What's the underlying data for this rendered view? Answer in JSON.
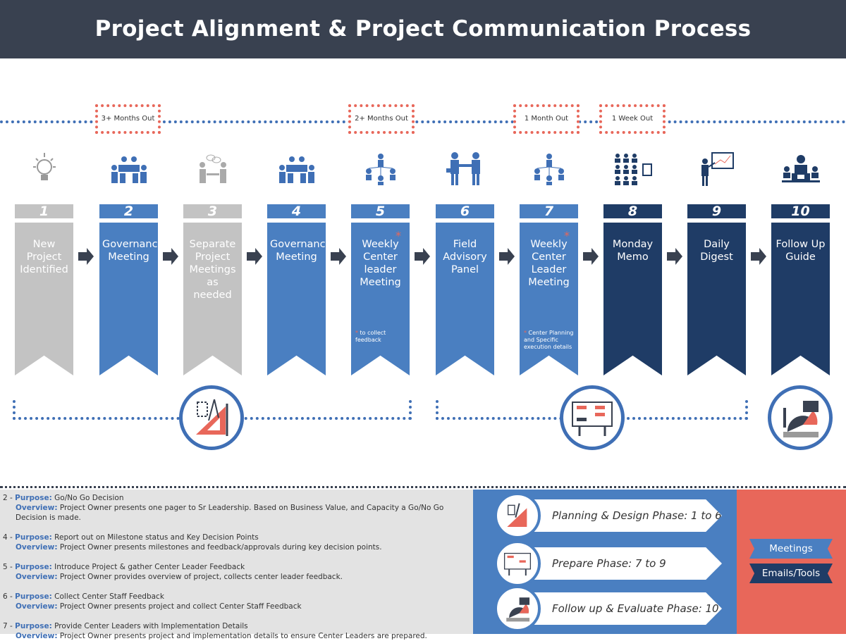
{
  "title": "Project Alignment & Project Communication Process",
  "colors": {
    "header": "#394150",
    "gray": "#c3c3c3",
    "blue": "#4a7fc1",
    "navy": "#1f3c66",
    "accent": "#e8675a"
  },
  "timeline": [
    "3+ Months Out",
    "2+ Months Out",
    "1 Month Out",
    "1 Week Out"
  ],
  "steps": [
    {
      "num": "1",
      "label": "New Project Identified",
      "type": "gray",
      "icon": "lightbulb-icon"
    },
    {
      "num": "2",
      "label": "Governance Meeting",
      "type": "blue",
      "icon": "meeting-table-icon"
    },
    {
      "num": "3",
      "label": "Separate Project Meetings as needed",
      "type": "gray",
      "icon": "discussion-icon"
    },
    {
      "num": "4",
      "label": "Governance Meeting",
      "type": "blue",
      "icon": "meeting-table-icon"
    },
    {
      "num": "5",
      "label": "Weekly Center leader Meeting",
      "type": "blue",
      "icon": "org-chart-icon",
      "note": "to collect feedback"
    },
    {
      "num": "6",
      "label": "Field Advisory Panel",
      "type": "blue",
      "icon": "handshake-icon"
    },
    {
      "num": "7",
      "label": "Weekly Center Leader Meeting",
      "type": "blue",
      "icon": "org-chart-icon",
      "note": "Center Planning and Specific execution details"
    },
    {
      "num": "8",
      "label": "Monday Memo",
      "type": "navy",
      "icon": "group-memo-icon"
    },
    {
      "num": "9",
      "label": "Daily Digest",
      "type": "navy",
      "icon": "presenter-icon"
    },
    {
      "num": "10",
      "label": "Follow Up Guide",
      "type": "navy",
      "icon": "team-laptop-icon"
    }
  ],
  "notes": [
    {
      "n": "2 -",
      "purpose": "Go/No Go Decision",
      "overview": "Project Owner presents one pager to Sr Leadership. Based on Business Value, and Capacity a Go/No Go Decision is made."
    },
    {
      "n": "4 -",
      "purpose": "Report out on Milestone status and Key Decision Points",
      "overview": "Project Owner presents milestones and feedback/approvals during key decision points."
    },
    {
      "n": "5 -",
      "purpose": "Introduce Project & gather Center Leader Feedback",
      "overview": "Project Owner provides overview of project, collects center leader feedback."
    },
    {
      "n": "6 -",
      "purpose": "Collect Center Staff Feedback",
      "overview": "Project Owner presents project and collect Center Staff Feedback"
    },
    {
      "n": "7 -",
      "purpose": "Provide Center Leaders with Implementation Details",
      "overview": "Project Owner presents project and implementation details to ensure Center Leaders are prepared."
    }
  ],
  "labels": {
    "purpose": "Purpose:",
    "overview": "Overview:",
    "star": "*"
  },
  "phases": [
    "Planning & Design Phase: 1 to 6",
    "Prepare Phase: 7 to 9",
    "Follow up & Evaluate Phase: 10"
  ],
  "legend": {
    "meetings": "Meetings",
    "emails": "Emails/Tools"
  }
}
